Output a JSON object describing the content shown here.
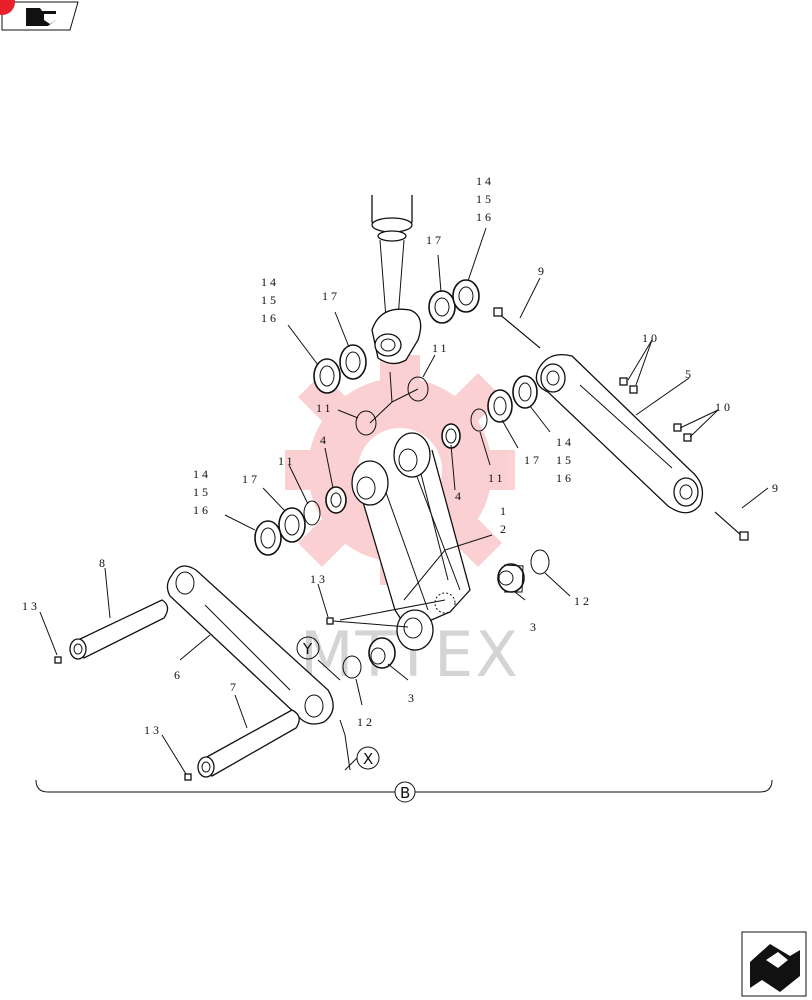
{
  "watermark": "MTTEX",
  "nav_icon": "forward-page-icon",
  "callouts": {
    "c_14_15_16_a": [
      "14",
      "15",
      "16"
    ],
    "c_17_a": "17",
    "c_14_15_16_b": [
      "14",
      "15",
      "16"
    ],
    "c_17_b": "17",
    "c_9_top": "9",
    "c_11_a": "11",
    "c_11_b": "11",
    "c_10_a": "10",
    "c_5": "5",
    "c_10_b": "10",
    "c_4_a": "4",
    "c_11_c": "11",
    "c_4_b": "4",
    "c_11_d": "11",
    "c_17_c": "17",
    "c_14_15_16_c": [
      "14",
      "15",
      "16"
    ],
    "c_14_15_16_d": [
      "14",
      "15",
      "16"
    ],
    "c_17_d": "17",
    "c_9_bottom": "9",
    "c_1": "1",
    "c_2": "2",
    "c_8": "8",
    "c_13_a": "13",
    "c_13_b": "13",
    "c_3_a": "3",
    "c_12_a": "12",
    "c_3_b": "3",
    "c_12_b": "12",
    "c_6": "6",
    "c_7": "7",
    "c_13_c": "13"
  },
  "views": {
    "x": "X",
    "y": "Y",
    "b": "B"
  }
}
